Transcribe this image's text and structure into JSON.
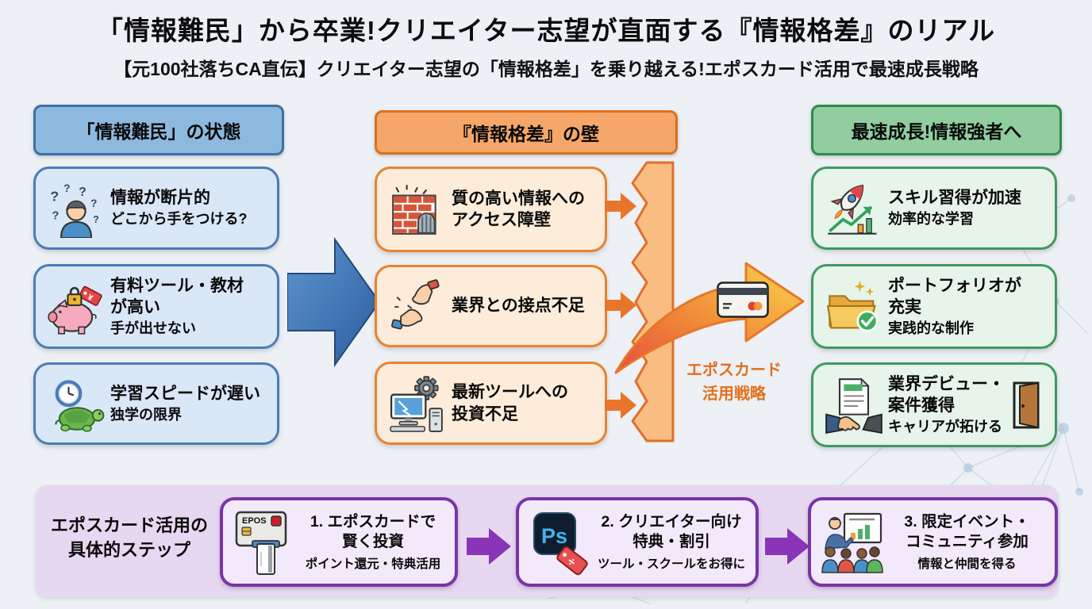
{
  "title": "「情報難民」から卒業!クリエイター志望が直面する『情報格差』のリアル",
  "subtitle": "【元100社落ちCA直伝】クリエイター志望の「情報格差」を乗り越える!エポスカード活用で最速成長戦略",
  "columns": {
    "left": {
      "header": "「情報難民」の状態",
      "items": [
        {
          "icon": "confused-person-icon",
          "title": "情報が断片的",
          "subtitle": "どこから手をつける?"
        },
        {
          "icon": "piggy-bank-lock-icon",
          "title": "有料ツール・教材\nが高い",
          "subtitle": "手が出せない"
        },
        {
          "icon": "turtle-clock-icon",
          "title": "学習スピードが遅い",
          "subtitle": "独学の限界"
        }
      ]
    },
    "middle": {
      "header": "『情報格差』の壁",
      "items": [
        {
          "icon": "brick-wall-icon",
          "title": "質の高い情報への\nアクセス障壁"
        },
        {
          "icon": "high-five-hands-icon",
          "title": "業界との接点不足"
        },
        {
          "icon": "computer-gear-icon",
          "title": "最新ツールへの\n投資不足"
        }
      ]
    },
    "right": {
      "header": "最速成長!情報強者へ",
      "items": [
        {
          "icon": "rocket-growth-icon",
          "title": "スキル習得が加速",
          "subtitle": "効率的な学習"
        },
        {
          "icon": "folder-check-icon",
          "title": "ポートフォリオが\n充実",
          "subtitle": "実践的な制作"
        },
        {
          "icon": "handshake-contract-icon",
          "icon_right": "door-icon",
          "title": "業界デビュー・\n案件獲得",
          "subtitle": "キャリアが拓ける"
        }
      ]
    }
  },
  "breakthrough": {
    "icon": "credit-card-icon",
    "label": "エポスカード\n活用戦略"
  },
  "steps_section": {
    "label": "エポスカード活用の\n具体的ステップ",
    "steps": [
      {
        "icon": "epos-card-icon",
        "title": "1. エポスカードで\n賢く投資",
        "subtitle": "ポイント還元・特典活用"
      },
      {
        "icon": "photoshop-discount-icon",
        "title": "2. クリエイター向け\n特典・割引",
        "subtitle": "ツール・スクールをお得に"
      },
      {
        "icon": "seminar-audience-icon",
        "title": "3. 限定イベント・\nコミュニティ参加",
        "subtitle": "情報と仲間を得る"
      }
    ]
  },
  "colors": {
    "background": "#edf0f4",
    "blue_header": "#8db9de",
    "blue_border": "#3d6fa8",
    "blue_item": "#d9e7f6",
    "orange_header": "#f5a76a",
    "orange_border": "#e8822f",
    "orange_item": "#fcecd9",
    "green_header": "#90ce9f",
    "green_border": "#3f9960",
    "green_item": "#e6f4ea",
    "purple_band": "#e6d8f1",
    "purple_border": "#7a33a8",
    "purple_arrow": "#8a35b8",
    "strategy_text": "#e2701c",
    "big_arrow_blue": "#3e73b0",
    "wall_fill": "#f9bd82"
  }
}
